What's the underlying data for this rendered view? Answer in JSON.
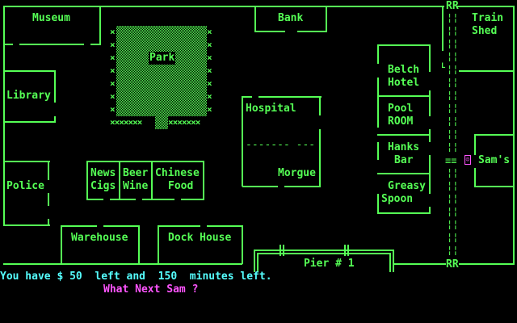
{
  "map": {
    "locations": {
      "museum": "Museum",
      "bank": "Bank",
      "train_shed_1": "Train",
      "train_shed_2": "Shed",
      "park": "Park",
      "library": "Library",
      "belch_1": "Belch",
      "belch_2": "Hotel",
      "hospital": "Hospital",
      "pool_1": "Pool",
      "pool_2": "ROOM",
      "hospital_divider": "------- ---",
      "hanks_1": "Hanks",
      "hanks_2": "Bar",
      "sams": "Sam's",
      "morgue": "Morgue",
      "police": "Police",
      "news_1": "News",
      "news_2": "Cigs",
      "beer_1": "Beer",
      "beer_2": "Wine",
      "chinese_1": "Chinese",
      "chinese_2": "Food",
      "greasy_1": "Greasy",
      "greasy_2": "Spoon",
      "warehouse": "Warehouse",
      "dock_house": "Dock House",
      "pier": "Pier # 1"
    },
    "railroad_top": "RR",
    "railroad_bottom": "RR",
    "rail_tie": "¦¦",
    "rail_crossing": "≡≡",
    "hedge_row": "×××××××",
    "hedge_post": "×",
    "player_icon": "smiley-icon"
  },
  "status": {
    "line": "You have $ 50  left and  150  minutes left.",
    "money": 50,
    "minutes": 150,
    "prompt": "What Next Sam ?"
  },
  "colors": {
    "map": "#55ff55",
    "status": "#55ffff",
    "prompt": "#ff55ff",
    "background": "#000000"
  }
}
